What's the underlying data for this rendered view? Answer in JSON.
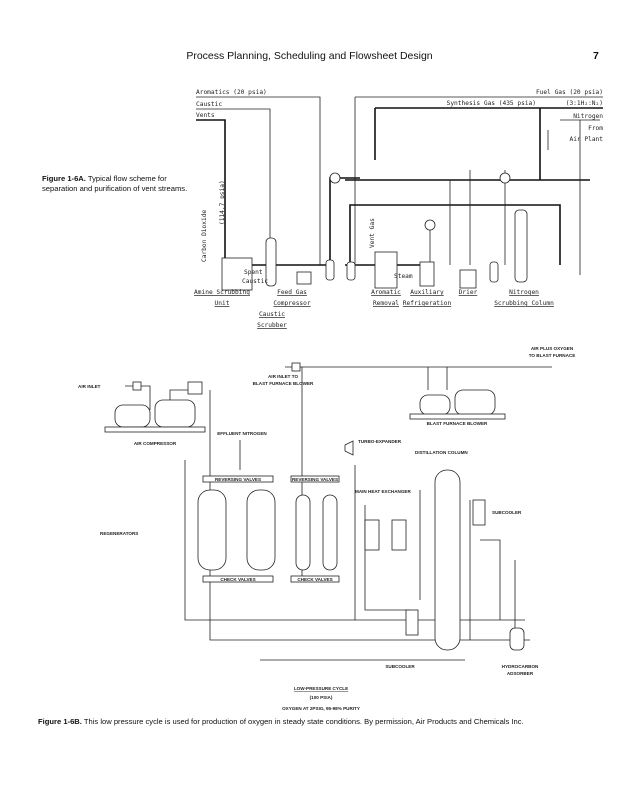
{
  "header": {
    "running_title": "Process Planning, Scheduling and Flowsheet Design",
    "page_number": "7"
  },
  "figure_a": {
    "caption_label": "Figure 1-6A.",
    "caption_text": " Typical flow scheme for separation and purification of vent streams.",
    "streams": {
      "aromatics": "Aromatics (20 psia)",
      "caustic": "Caustic",
      "vents": "Vents",
      "fuel_gas": "Fuel Gas (20 psia)",
      "synthesis_gas": "Synthesis Gas (435 psia)",
      "ratio": "(3:1H₂:N₂)",
      "nitrogen": "Nitrogen",
      "from": "From",
      "air_plant": "Air Plant",
      "pressure": "(114.7 psia)",
      "carbon_dioxide": "Carbon Dioxide",
      "vent_gas": "Vent Gas",
      "spent": "Spent",
      "spent_caustic": "Caustic",
      "steam": "Steam"
    },
    "units": [
      {
        "line1": "Amine Scrubbing",
        "line2": "Unit"
      },
      {
        "line1": "Feed Gas",
        "line2": "Compressor"
      },
      {
        "line1": "Caustic",
        "line2": "Scrubber"
      },
      {
        "line1": "Aromatic",
        "line2": "Removal"
      },
      {
        "line1": "Auxiliary",
        "line2": "Refrigeration"
      },
      {
        "line1": "Drier",
        "line2": ""
      },
      {
        "line1": "Nitrogen",
        "line2": "Scrubbing Column"
      }
    ]
  },
  "figure_b": {
    "labels": {
      "air_plus_oxygen": "AIR PLUS OXYGEN",
      "to_blast_furnace": "TO BLAST FURNACE",
      "air_inlet_to": "AIR INLET TO",
      "blast_furnace_blower_inlet": "BLAST FURNACE BLOWER",
      "air_inlet": "AIR INLET",
      "blast_furnace_blower": "BLAST FURNACE BLOWER",
      "air_compressor": "AIR COMPRESSOR",
      "effluent_nitrogen": "EFFLUENT NITROGEN",
      "turbo_expander": "TURBO-EXPANDER",
      "distillation_column": "DISTILLATION COLUMN",
      "reversing_valves": "REVERSING VALVES",
      "main_heat_exchanger": "MAIN HEAT EXCHANGER",
      "subcooler_top": "SUBCOOLER",
      "regenerators": "REGENERATORS",
      "check_valves": "CHECK VALVES",
      "subcooler_bottom": "SUBCOOLER",
      "hydrocarbon": "HYDROCARBON",
      "adsorber": "ADSORBER"
    },
    "cycle_title": "LOW-PRESSURE CYCLE",
    "cycle_pressure": "(100 PSIA)",
    "cycle_note": "OXYGEN AT 2PSIG, 95-98% PURITY",
    "caption_label": "Figure 1-6B.",
    "caption_text": " This low pressure cycle is used for production of oxygen in steady state conditions. By permission, Air Products and Chemicals Inc."
  }
}
